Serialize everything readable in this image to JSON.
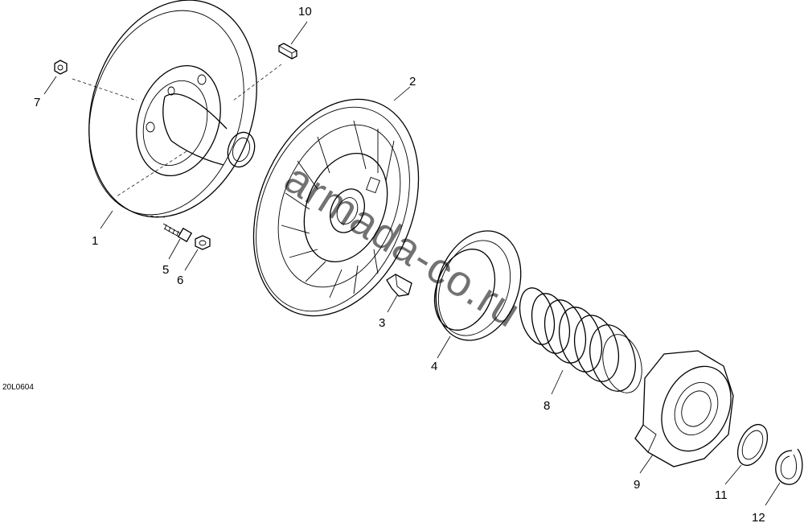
{
  "diagram": {
    "document_ref": "20L0604",
    "watermark": "armada-co.ru",
    "callouts": {
      "c1": "1",
      "c2": "2",
      "c3": "3",
      "c4": "4",
      "c5": "5",
      "c6": "6",
      "c7": "7",
      "c8": "8",
      "c9": "9",
      "c10": "10",
      "c11": "11",
      "c12": "12"
    }
  }
}
